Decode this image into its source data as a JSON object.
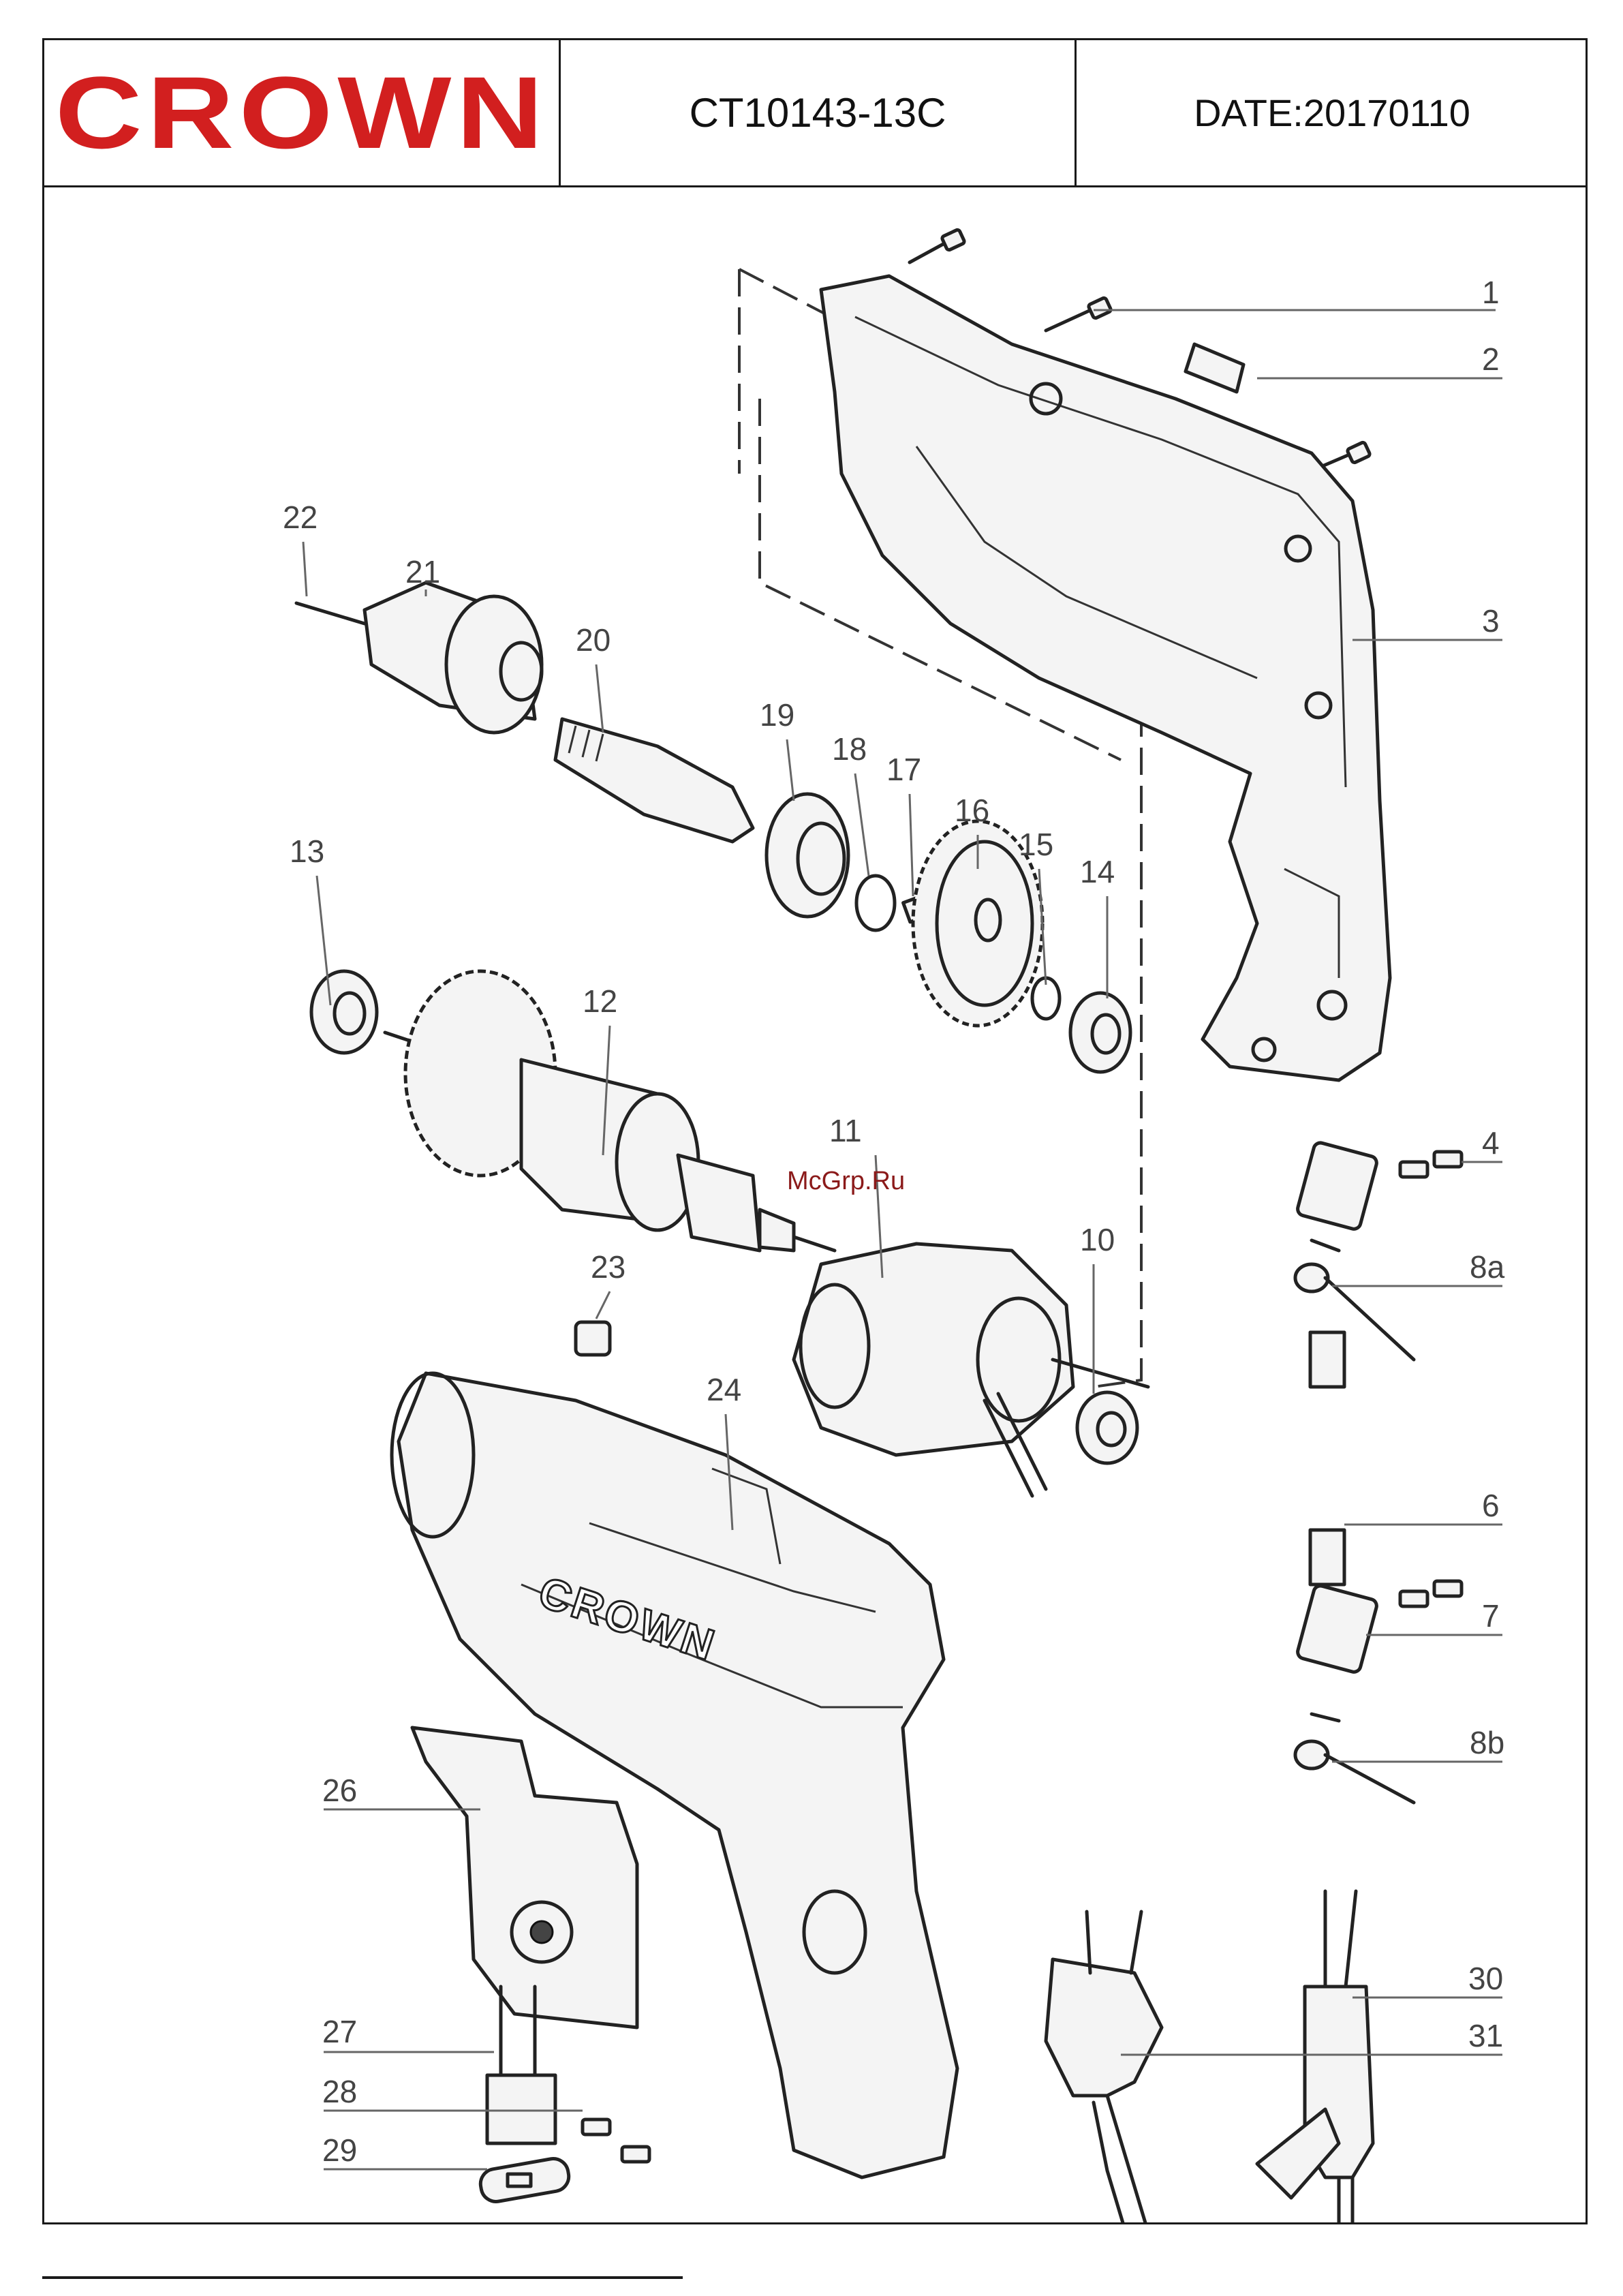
{
  "header": {
    "brand": "CROWN",
    "brand_color": "#d21f1f",
    "model": "CT10143-13C",
    "date": "DATE:20170110"
  },
  "watermark": "McGrp.Ru",
  "parts": {
    "p1": "1",
    "p2": "2",
    "p3": "3",
    "p4": "4",
    "p6": "6",
    "p7": "7",
    "p8a": "8a",
    "p8b": "8b",
    "p10": "10",
    "p11": "11",
    "p12": "12",
    "p13": "13",
    "p14": "14",
    "p15": "15",
    "p16": "16",
    "p17": "17",
    "p18": "18",
    "p19": "19",
    "p20": "20",
    "p21": "21",
    "p22": "22",
    "p23": "23",
    "p24": "24",
    "p26": "26",
    "p27": "27",
    "p28": "28",
    "p29": "29",
    "p30": "30",
    "p31": "31"
  },
  "housing_logo": "CROWN"
}
